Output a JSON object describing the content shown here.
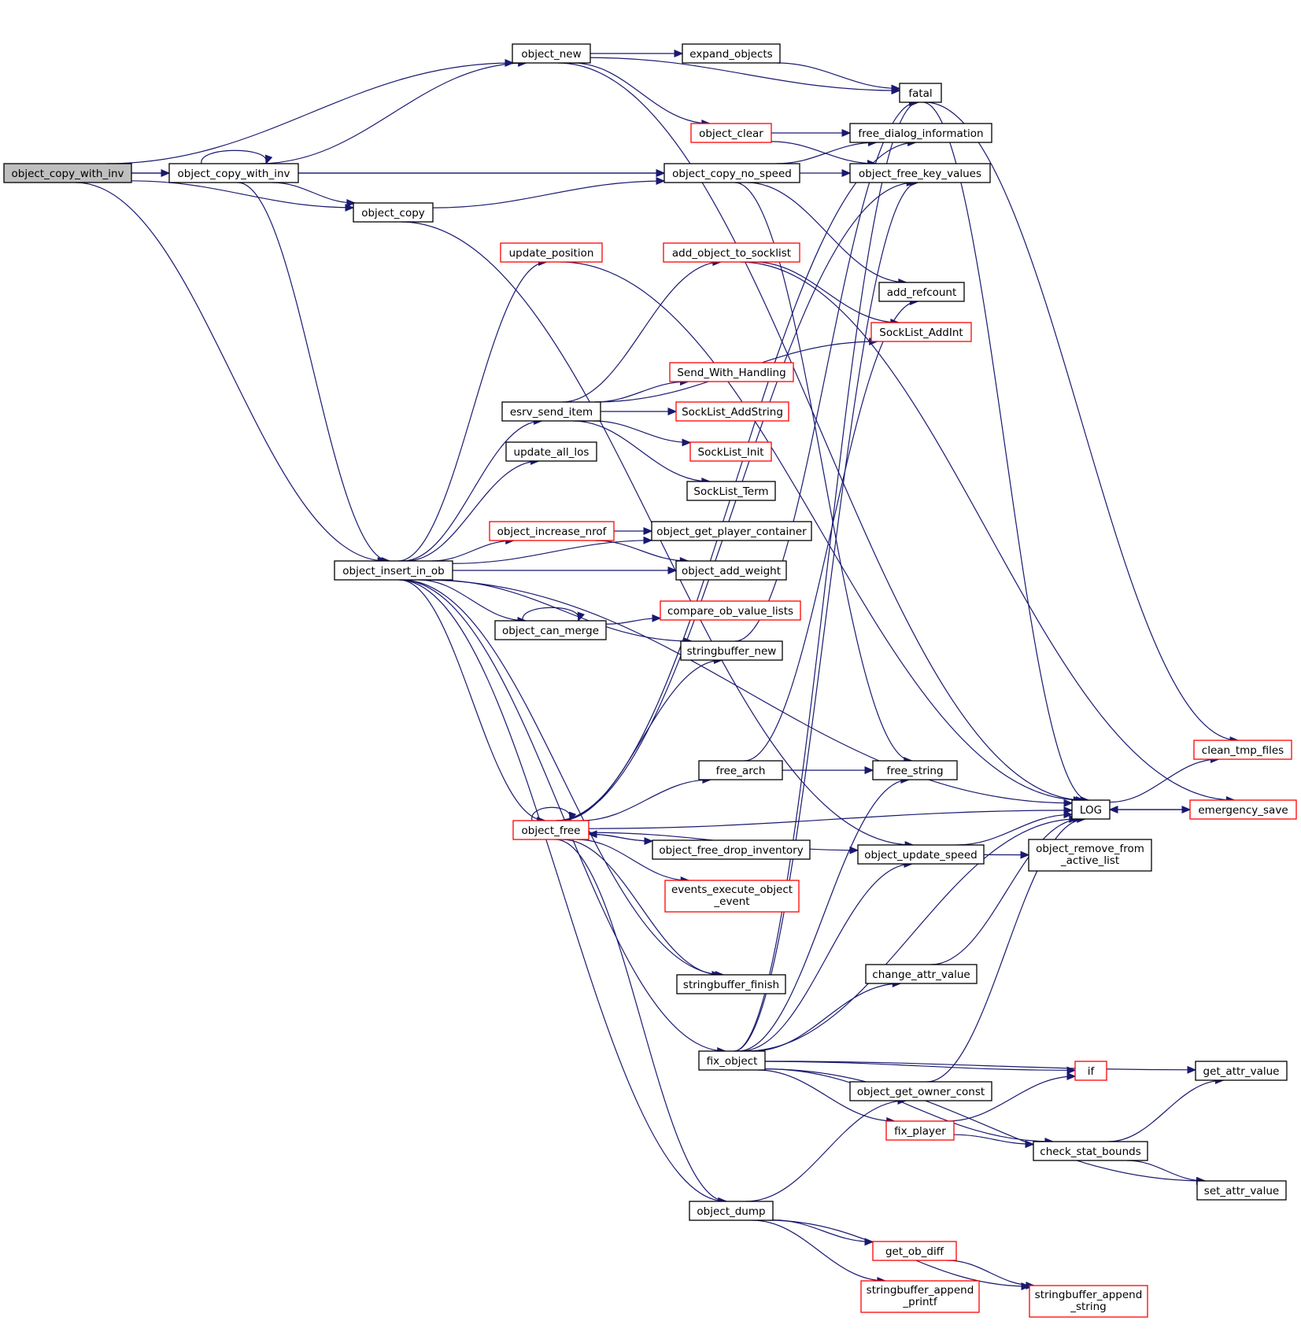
{
  "diagram": {
    "colors": {
      "edge": "#191970",
      "border_default": "#000000",
      "border_truncated": "#ff0000",
      "root_fill": "#bfbfbf",
      "node_fill": "#ffffff"
    },
    "nodes": [
      {
        "id": "root",
        "label": "object_copy_with_inv",
        "style": "root"
      },
      {
        "id": "ocwi2",
        "label": "object_copy_with_inv",
        "style": "normal"
      },
      {
        "id": "onew",
        "label": "object_new",
        "style": "normal"
      },
      {
        "id": "expand",
        "label": "expand_objects",
        "style": "normal"
      },
      {
        "id": "fatal",
        "label": "fatal",
        "style": "normal"
      },
      {
        "id": "oclear",
        "label": "object_clear",
        "style": "red"
      },
      {
        "id": "fdi",
        "label": "free_dialog_information",
        "style": "normal"
      },
      {
        "id": "ocns",
        "label": "object_copy_no_speed",
        "style": "normal"
      },
      {
        "id": "ofkv",
        "label": "object_free_key_values",
        "style": "normal"
      },
      {
        "id": "ocopy",
        "label": "object_copy",
        "style": "normal"
      },
      {
        "id": "updpos",
        "label": "update_position",
        "style": "red"
      },
      {
        "id": "addobj",
        "label": "add_object_to_socklist",
        "style": "red"
      },
      {
        "id": "addref",
        "label": "add_refcount",
        "style": "normal"
      },
      {
        "id": "sladdint",
        "label": "SockList_AddInt",
        "style": "red"
      },
      {
        "id": "swh",
        "label": "Send_With_Handling",
        "style": "red"
      },
      {
        "id": "esrv",
        "label": "esrv_send_item",
        "style": "normal"
      },
      {
        "id": "sladdstr",
        "label": "SockList_AddString",
        "style": "red"
      },
      {
        "id": "slinit",
        "label": "SockList_Init",
        "style": "red"
      },
      {
        "id": "ual",
        "label": "update_all_los",
        "style": "normal"
      },
      {
        "id": "slterm",
        "label": "SockList_Term",
        "style": "normal"
      },
      {
        "id": "oin",
        "label": "object_increase_nrof",
        "style": "red"
      },
      {
        "id": "ogpc",
        "label": "object_get_player_container",
        "style": "normal"
      },
      {
        "id": "oiio",
        "label": "object_insert_in_ob",
        "style": "normal"
      },
      {
        "id": "oaw",
        "label": "object_add_weight",
        "style": "normal"
      },
      {
        "id": "covl",
        "label": "compare_ob_value_lists",
        "style": "red"
      },
      {
        "id": "ocm",
        "label": "object_can_merge",
        "style": "normal"
      },
      {
        "id": "sbnew",
        "label": "stringbuffer_new",
        "style": "normal"
      },
      {
        "id": "ctf",
        "label": "clean_tmp_files",
        "style": "red"
      },
      {
        "id": "farch",
        "label": "free_arch",
        "style": "normal"
      },
      {
        "id": "fstr",
        "label": "free_string",
        "style": "normal"
      },
      {
        "id": "log",
        "label": "LOG",
        "style": "normal"
      },
      {
        "id": "emsave",
        "label": "emergency_save",
        "style": "red"
      },
      {
        "id": "ofree",
        "label": "object_free",
        "style": "red"
      },
      {
        "id": "ofdi",
        "label": "object_free_drop_inventory",
        "style": "normal"
      },
      {
        "id": "ous",
        "label": "object_update_speed",
        "style": "normal"
      },
      {
        "id": "orfal",
        "label": "object_remove_from\n_active_list",
        "style": "normal"
      },
      {
        "id": "eeoe",
        "label": "events_execute_object\n_event",
        "style": "red"
      },
      {
        "id": "cav",
        "label": "change_attr_value",
        "style": "normal"
      },
      {
        "id": "sbfin",
        "label": "stringbuffer_finish",
        "style": "normal"
      },
      {
        "id": "fixobj",
        "label": "fix_object",
        "style": "normal"
      },
      {
        "id": "if",
        "label": "if",
        "style": "red"
      },
      {
        "id": "gav",
        "label": "get_attr_value",
        "style": "normal"
      },
      {
        "id": "ogoc",
        "label": "object_get_owner_const",
        "style": "normal"
      },
      {
        "id": "fixpl",
        "label": "fix_player",
        "style": "red"
      },
      {
        "id": "csb",
        "label": "check_stat_bounds",
        "style": "normal"
      },
      {
        "id": "sav",
        "label": "set_attr_value",
        "style": "normal"
      },
      {
        "id": "odump",
        "label": "object_dump",
        "style": "normal"
      },
      {
        "id": "gobd",
        "label": "get_ob_diff",
        "style": "red"
      },
      {
        "id": "sbap",
        "label": "stringbuffer_append\n_printf",
        "style": "red"
      },
      {
        "id": "sbas",
        "label": "stringbuffer_append\n_string",
        "style": "red"
      }
    ],
    "edges": [
      [
        "root",
        "ocwi2"
      ],
      [
        "root",
        "onew"
      ],
      [
        "root",
        "ocns"
      ],
      [
        "root",
        "ocopy"
      ],
      [
        "root",
        "oiio"
      ],
      [
        "ocwi2",
        "ocwi2"
      ],
      [
        "ocwi2",
        "onew"
      ],
      [
        "ocwi2",
        "ocns"
      ],
      [
        "ocwi2",
        "ocopy"
      ],
      [
        "ocwi2",
        "oiio"
      ],
      [
        "onew",
        "expand"
      ],
      [
        "onew",
        "fatal"
      ],
      [
        "onew",
        "oclear"
      ],
      [
        "onew",
        "log"
      ],
      [
        "expand",
        "fatal"
      ],
      [
        "fatal",
        "log"
      ],
      [
        "fatal",
        "ctf"
      ],
      [
        "oclear",
        "fdi"
      ],
      [
        "oclear",
        "ofkv"
      ],
      [
        "ocns",
        "fdi"
      ],
      [
        "ocns",
        "ofkv"
      ],
      [
        "ocns",
        "addref"
      ],
      [
        "ocns",
        "fstr"
      ],
      [
        "ocopy",
        "ocns"
      ],
      [
        "ocopy",
        "ous"
      ],
      [
        "updpos",
        "log"
      ],
      [
        "addobj",
        "sladdint"
      ],
      [
        "addobj",
        "emsave"
      ],
      [
        "esrv",
        "addobj"
      ],
      [
        "esrv",
        "sladdint"
      ],
      [
        "esrv",
        "swh"
      ],
      [
        "esrv",
        "sladdstr"
      ],
      [
        "esrv",
        "slinit"
      ],
      [
        "esrv",
        "slterm"
      ],
      [
        "oiio",
        "updpos"
      ],
      [
        "oiio",
        "esrv"
      ],
      [
        "oiio",
        "ual"
      ],
      [
        "oiio",
        "ogpc"
      ],
      [
        "oiio",
        "oin"
      ],
      [
        "oiio",
        "oaw"
      ],
      [
        "oiio",
        "ocm"
      ],
      [
        "oiio",
        "sbnew"
      ],
      [
        "oiio",
        "ofree"
      ],
      [
        "oiio",
        "sbfin"
      ],
      [
        "oiio",
        "log"
      ],
      [
        "oiio",
        "fixobj"
      ],
      [
        "oiio",
        "odump"
      ],
      [
        "oin",
        "ogpc"
      ],
      [
        "oin",
        "oaw"
      ],
      [
        "ocm",
        "ocm"
      ],
      [
        "ocm",
        "covl"
      ],
      [
        "sbnew",
        "fatal"
      ],
      [
        "farch",
        "fstr"
      ],
      [
        "farch",
        "addref"
      ],
      [
        "ofree",
        "ofree"
      ],
      [
        "ofree",
        "sbnew"
      ],
      [
        "ofree",
        "fdi"
      ],
      [
        "ofree",
        "ofkv"
      ],
      [
        "ofree",
        "farch"
      ],
      [
        "ofree",
        "log"
      ],
      [
        "ofree",
        "ofdi"
      ],
      [
        "ofree",
        "eeoe"
      ],
      [
        "ofree",
        "ous"
      ],
      [
        "ofree",
        "sbfin"
      ],
      [
        "ofree",
        "odump"
      ],
      [
        "ofdi",
        "ofree"
      ],
      [
        "log",
        "ctf"
      ],
      [
        "log",
        "emsave"
      ],
      [
        "emsave",
        "log"
      ],
      [
        "ous",
        "log"
      ],
      [
        "ous",
        "orfal"
      ],
      [
        "cav",
        "log"
      ],
      [
        "fixobj",
        "fatal"
      ],
      [
        "fixobj",
        "ofkv"
      ],
      [
        "fixobj",
        "ous"
      ],
      [
        "fixobj",
        "cav"
      ],
      [
        "fixobj",
        "if"
      ],
      [
        "fixobj",
        "gav"
      ],
      [
        "fixobj",
        "log"
      ],
      [
        "fixobj",
        "fixpl"
      ],
      [
        "fixobj",
        "csb"
      ],
      [
        "fixobj",
        "sav"
      ],
      [
        "fixobj",
        "fstr"
      ],
      [
        "fixpl",
        "if"
      ],
      [
        "fixpl",
        "csb"
      ],
      [
        "csb",
        "gav"
      ],
      [
        "csb",
        "sav"
      ],
      [
        "ogoc",
        "log"
      ],
      [
        "odump",
        "ogoc"
      ],
      [
        "odump",
        "gobd"
      ],
      [
        "odump",
        "sbap"
      ],
      [
        "odump",
        "sbas"
      ],
      [
        "gobd",
        "sbas"
      ]
    ]
  }
}
